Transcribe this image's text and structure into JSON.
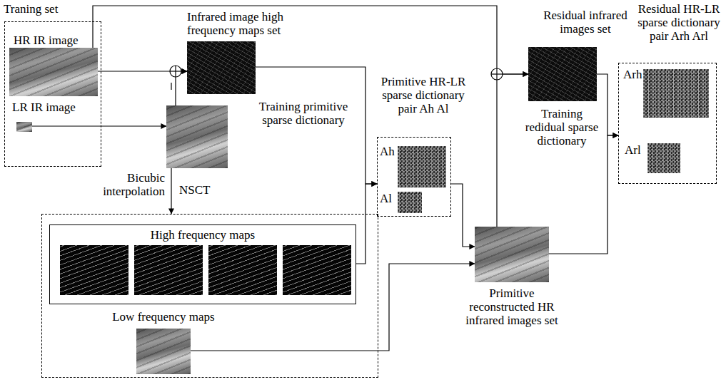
{
  "diagram": {
    "nodes": [
      {
        "text": [
          "Traning set"
        ]
      },
      {
        "text": [
          "HR IR image"
        ],
        "in": 0
      },
      {
        "text": [
          "LR IR image"
        ],
        "in": 0
      },
      {
        "text": [
          "Infrared image high frequency maps set"
        ]
      },
      {
        "text": [
          "Bicubic interpolation"
        ]
      },
      {
        "text": [
          "NSCT"
        ]
      },
      {
        "text": [
          "High frequency maps"
        ],
        "in": 5
      },
      {
        "text": [
          "Low frequency maps"
        ],
        "in": 5
      },
      {
        "text": [
          "Primitive HR-LR sparse dictionary pair Ah Al"
        ]
      },
      {
        "text": [
          "Ah"
        ],
        "in": 8
      },
      {
        "text": [
          "Al"
        ],
        "in": 8
      },
      {
        "text": [
          "Residual infrared images set"
        ]
      },
      {
        "text": [
          "Primitive reconstructed HR infrared images set"
        ]
      },
      {
        "text": [
          "Residual HR-LR sparse dictionary pair Arh Arl"
        ]
      },
      {
        "text": [
          "Arh"
        ],
        "in": 13
      },
      {
        "text": [
          "Arl"
        ],
        "in": 13
      }
    ],
    "edges": [
      {
        "from": 1,
        "to": 3,
        "arrow": "to"
      },
      {
        "from": 4,
        "to": 3,
        "arrow": "to"
      },
      {
        "from": 2,
        "to": 4,
        "arrow": "to"
      },
      {
        "from": 4,
        "to": 5,
        "arrow": "to"
      },
      {
        "from": 3,
        "to": 8,
        "arrow": "to"
      },
      {
        "from": 6,
        "to": 8,
        "arrow": "to"
      },
      {
        "from": 8,
        "to": 12,
        "arrow": "to"
      },
      {
        "from": 7,
        "to": 12,
        "arrow": "to"
      },
      {
        "from": 1,
        "to": 11,
        "arrow": "to"
      },
      {
        "from": 12,
        "to": 11,
        "arrow": "to"
      },
      {
        "from": 11,
        "to": 13,
        "arrow": "to"
      },
      {
        "from": 12,
        "to": 13,
        "arrow": "to"
      }
    ],
    "labels": [
      "Training primitive sparse dictionary",
      "Training redidual sparse dictionary"
    ]
  }
}
